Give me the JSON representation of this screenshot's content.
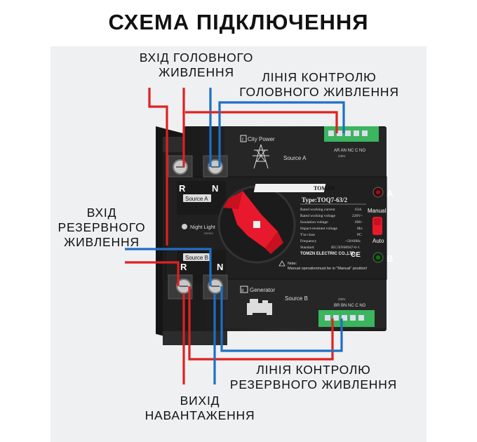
{
  "title": "СХЕМА ПІДКЛЮЧЕННЯ",
  "labels": {
    "main_input": [
      "ВХІД ГОЛОВНОГО",
      "ЖИВЛЕННЯ"
    ],
    "main_control": [
      "ЛІНІЯ КОНТРОЛЮ",
      "ГОЛОВНОГО ЖИВЛЕННЯ"
    ],
    "reserve_input": [
      "ВХІД",
      "РЕЗЕРВНОГО",
      "ЖИВЛЕННЯ"
    ],
    "reserve_control": [
      "ЛІНІЯ КОНТРОЛЮ",
      "РЕЗЕРВНОГО ЖИВЛЕННЯ"
    ],
    "load_output": [
      "ВИХІД",
      "НАВАНТАЖЕННЯ"
    ]
  },
  "device": {
    "terminal_top_r": "R",
    "terminal_top_n": "N",
    "terminal_bot_r": "R",
    "terminal_bot_n": "N",
    "source_a_tag": "Source A",
    "source_b_tag": "Source B",
    "city_power": "City Power",
    "city_icon_num": "I",
    "generator": "Generator",
    "generator_icon_num": "II",
    "source_a_label": "Source A",
    "source_b_label": "Source B",
    "brand": "TOMZN",
    "type": "Type:TOQ7-63/2",
    "spec_names": [
      "Rated working current",
      "Rated working voltage",
      "Insulation voltage",
      "Impact-resistant voltage",
      "T'se class",
      "Frequency",
      "Standard"
    ],
    "spec_values": [
      "63A",
      "220V~",
      "690~",
      "8kv",
      "PC",
      "~50/60Hz",
      "IEC/EN60947-6-1"
    ],
    "company": "TOMZN ELECTRIC CO.,LTD.",
    "ce": "CE",
    "note_title": "Note:",
    "note_text": "Manual operationmust be in \"Manual\" position!",
    "night_light": "Night Light",
    "night_light_sub": "Series",
    "indicator_a": "A",
    "indicator_b": "B",
    "manual": "Manual",
    "auto": "Auto",
    "top_pins": "AR AN NC C NO",
    "top_pins_sub": "230V",
    "bottom_pins": "BR BN NC C NO",
    "bottom_pins_sub": "230V"
  },
  "colors": {
    "red_wire": "#e02020",
    "blue_wire": "#1f6fc4",
    "device_body": "#222222",
    "knob": "#e8192c",
    "terminal_green": "#3bb55e"
  }
}
